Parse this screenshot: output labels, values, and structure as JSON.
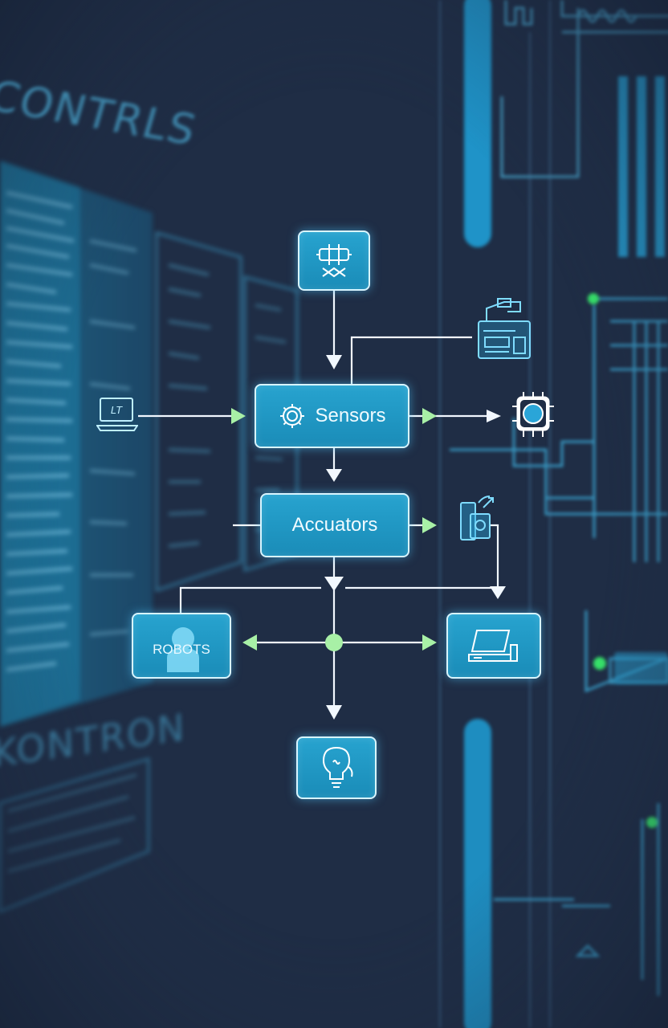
{
  "background": {
    "title_top": "CONTRLS",
    "title_bottom": "KONTRON",
    "colors": {
      "base": "#1f2d45",
      "accent": "#4fb6e0",
      "node_fill": "#1f98c4",
      "node_border": "#d8f5ff",
      "arrow_green": "#a8f0a6"
    }
  },
  "diagram": {
    "nodes": {
      "top_icon": {
        "icon": "mechanical-linkage-icon"
      },
      "sensors": {
        "label": "Sensors",
        "icon": "gear-icon"
      },
      "actuators": {
        "label": "Accuators"
      },
      "robots": {
        "label": "ROBOTS",
        "icon": "person-icon"
      },
      "laptop": {
        "icon": "laptop-icon"
      },
      "bulb": {
        "icon": "lightbulb-icon"
      }
    },
    "side_icons": {
      "left_laptop_text": "LT",
      "left": "laptop-icon",
      "top_right": "machine-console-icon",
      "right_chip": "chip-icon",
      "right_device": "signal-device-icon"
    },
    "hub": {
      "icon": "junction-dot"
    }
  }
}
